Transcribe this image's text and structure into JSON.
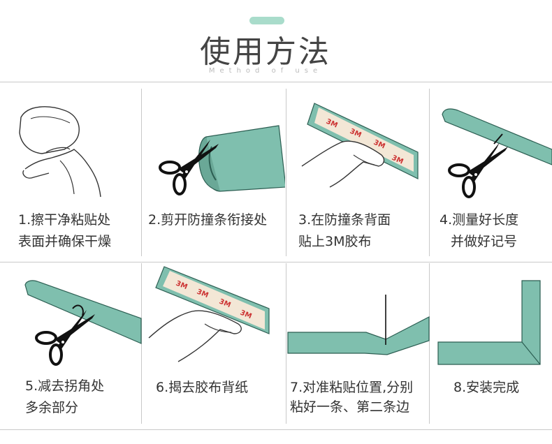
{
  "header": {
    "title": "使用方法",
    "subtitle": "Method of use"
  },
  "steps": [
    {
      "line1": "1.擦干净粘贴处",
      "line2": "表面并确保干燥"
    },
    {
      "line1": "2.剪开防撞条衔接处",
      "line2": ""
    },
    {
      "line1": "3.在防撞条背面",
      "line2": "贴上3M胶布"
    },
    {
      "line1": "4.测量好长度",
      "line2": "并做好记号"
    },
    {
      "line1": "5.减去拐角处",
      "line2": "多余部分"
    },
    {
      "line1": "6.揭去胶布背纸",
      "line2": ""
    },
    {
      "line1": "7.对准粘贴位置,分别",
      "line2": "粘好一条、第二条边"
    },
    {
      "line1": "8.安装完成",
      "line2": ""
    }
  ],
  "tape_text": "3M",
  "colors": {
    "accent": "#7fbfae",
    "pill": "#a9dccb",
    "tape": "#f3e7d6",
    "tape_text": "#cc3333"
  }
}
